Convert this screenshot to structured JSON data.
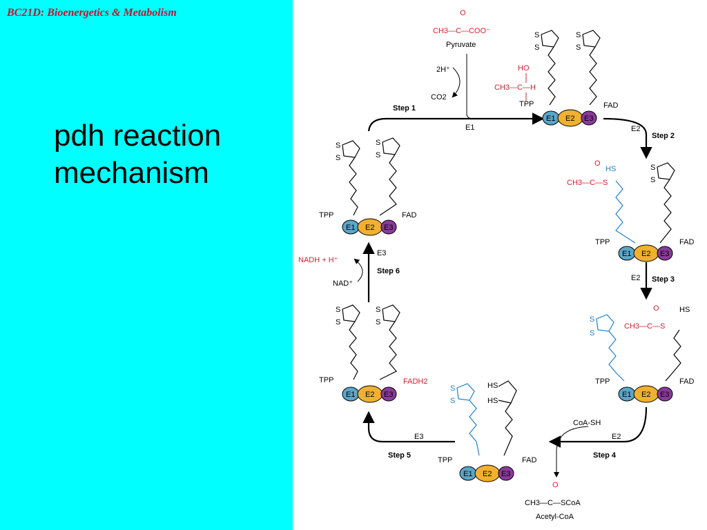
{
  "header": {
    "course_title": "BC21D: Bioenergetics & Metabolism"
  },
  "slide": {
    "title_line1": "pdh reaction",
    "title_line2": "mechanism"
  },
  "colors": {
    "background": "#00ffff",
    "course_title": "#c8102e",
    "E1": "#5aa6c9",
    "E2": "#f0b030",
    "E3": "#8a3a9c",
    "reactive": "#d4202c",
    "arm": "#1e7fd0"
  },
  "diagram": {
    "enzymes": {
      "E1": "E1",
      "E2": "E2",
      "E3": "E3"
    },
    "cofactors": {
      "tpp": "TPP",
      "fad": "FAD",
      "fadh2": "FADH2"
    },
    "steps": [
      "Step 1",
      "Step 2",
      "Step 3",
      "Step 4",
      "Step 5",
      "Step 6"
    ],
    "labels": {
      "pyruvate": "Pyruvate",
      "pyruvate_formula": "CH3—C—COO⁻",
      "oxygen": "O",
      "twoH": "2H⁺",
      "co2": "CO2",
      "hydroxyethyl_ho": "HO",
      "hydroxyethyl": "CH3—C—H",
      "acetyl": "CH3—C—S",
      "hs": "HS",
      "coash": "CoA-SH",
      "acetylcoa_formula": "CH3—C—SCoA",
      "acetylcoa": "Acetyl-CoA",
      "nadh": "NADH + H⁺",
      "nad": "NAD⁺",
      "s": "S"
    }
  }
}
